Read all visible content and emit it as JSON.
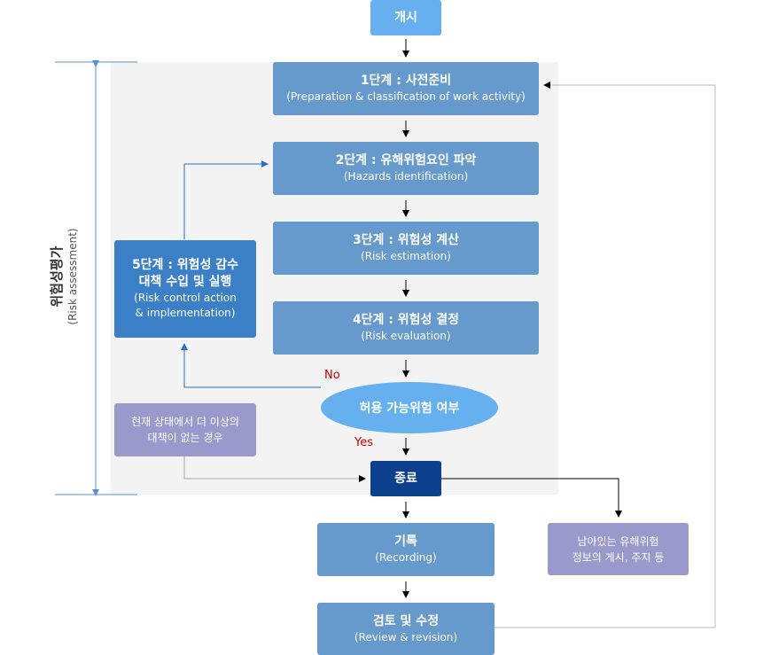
{
  "start": "개시",
  "steps": [
    {
      "title": "1단계 : 사전준비",
      "subtitle": "(Preparation & classification of work activity)"
    },
    {
      "title": "2단계 : 유해위험요인 파악",
      "subtitle": "(Hazards identification)"
    },
    {
      "title": "3단계 : 위험성 계산",
      "subtitle": "(Risk estimation)"
    },
    {
      "title": "4단계 : 위험성 결정",
      "subtitle": "(Risk evaluation)"
    }
  ],
  "step5": {
    "title_line1": "5단계 : 위험성 감수",
    "title_line2": "대책 수입 및 실행",
    "subtitle_line1": "(Risk control action",
    "subtitle_line2": "& implementation)"
  },
  "decision": "허용 가능위험 여부",
  "no_label": "No",
  "yes_label": "Yes",
  "exception_note": {
    "line1": "현재 상태에서 더 이상의",
    "line2": "대책이 없는 경우"
  },
  "end": "종료",
  "record": {
    "title": "기록",
    "subtitle": "(Recording)"
  },
  "review": {
    "title": "검토 및 수정",
    "subtitle": "(Review & revision)"
  },
  "residual_note": {
    "line1": "남아있는 유해위험",
    "line2": "정보의 게시, 주지 등"
  },
  "side_label": {
    "title": "위험성평가",
    "subtitle": "(Risk assessment)"
  },
  "colors": {
    "step_box": "#6699cc",
    "step5_box": "#3b7fc7",
    "end_box": "#0c3f8c",
    "start_box": "#66b0f0",
    "note_box": "#9a99cc",
    "panel": "#f3f3f3",
    "no_yes": "#cc0000"
  }
}
